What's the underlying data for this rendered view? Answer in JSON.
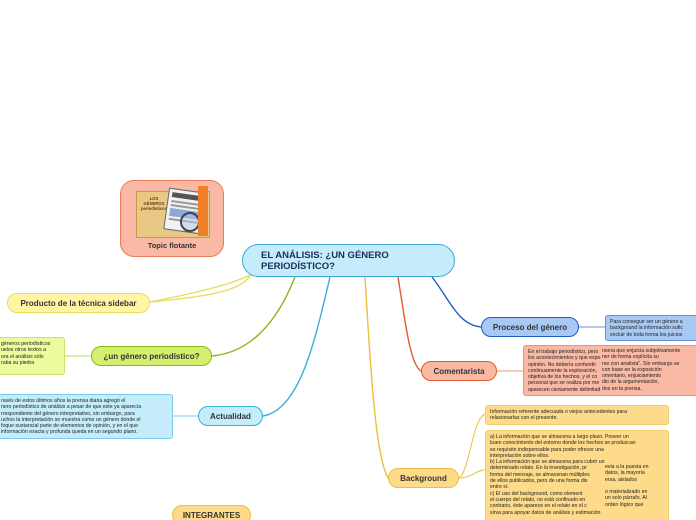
{
  "central": {
    "title": "EL ANÁLISIS: ¿UN GÉNERO PERIODÍSTICO?"
  },
  "floating_topic": {
    "label": "Topic flotante",
    "image_caption": "LOS GÉNEROS periodísticos"
  },
  "topics": {
    "producto": {
      "label": "Producto de la técnica sidebar"
    },
    "genero": {
      "label": "¿un género periodístico?"
    },
    "actualidad": {
      "label": "Actualidad"
    },
    "integrantes": {
      "label": "INTEGRANTES"
    },
    "proceso": {
      "label": "Proceso del género"
    },
    "comentarista": {
      "label": "Comentarista"
    },
    "background": {
      "label": "Background"
    }
  },
  "notes": {
    "genero_note": "géneros periodísticos\nuelos otros textos a\nora el análisis sólo\nraba su piedra",
    "actualidad_note": "ravés de estos últimos años la prensa diaria agregó el\nnero periodístico de análisis a pesar de que este ya aparecía\nrrespondiente del género interpretativo, sin embargo, para\nuchos la interpretación se muestra como un género donde el\nfoque sustancial parte de elementos de opinión, y en el que\ninformación exacta y profunda queda en un segundo plano.",
    "proceso_note": "Para conseguir ser un género a\nbackground la información sufic\nexcluir de toda forma los juicios",
    "comentarista_note": "En el trabajo periodístico, pers\nlos acontecimientos y que expo\nopinión. No debería confundir\ncontinuamente la exploración,\nobjetiva de los hechos, y el co\npersonal que se realiza por me\naparecen ciertamente delimitad",
    "comentarista_note_overlap": "rsona que enjuicia subjetivamente\nner de forma explícita su\nrse con analista\". Sin embargo se\ncon base en la exposición\nomentario, enjuiciamiento\ndio de la argumentación,\ndos en la prensa.",
    "background_note1": "Información referente adecuada o viejos antecedentes para\nrelacionarlas con el presente.",
    "background_note2": "a)      La información que se almacena a largo plazo. Poseer un\nbuen conocimiento del entorno donde los hechos se produzcan\nes requisito indispensable para poder ofrecer una\ninterpretación sobre ellos.\nb)      La información que se almacena para cubrir un\ndeterminado relato. En la investigación, pr\nforma del mensaje, se almacenan múltiples\nde ellos publicados, pero de una forma dis\nentre sí.\nc)      El uso del background, como element\nel cuerpo del relato, no está confinado en\ncontrario, éste aparece en el relato en el c\nsirva para apoyar datos de análisis y estimación.",
    "background_note2_overlap": "evia a la puesta en\ndatos, la mayoría\nersa, aislados\n\no materializado en\nun solo párrafo. Al\norden lógico que"
  },
  "colors": {
    "central_fill": "#c5ecfb",
    "yellow_fill": "#fff5a5",
    "lime_fill": "#d4f06f",
    "blue_fill": "#a9c9f5",
    "salmon_fill": "#f9b9a5",
    "orange_fill": "#fedb8a"
  }
}
